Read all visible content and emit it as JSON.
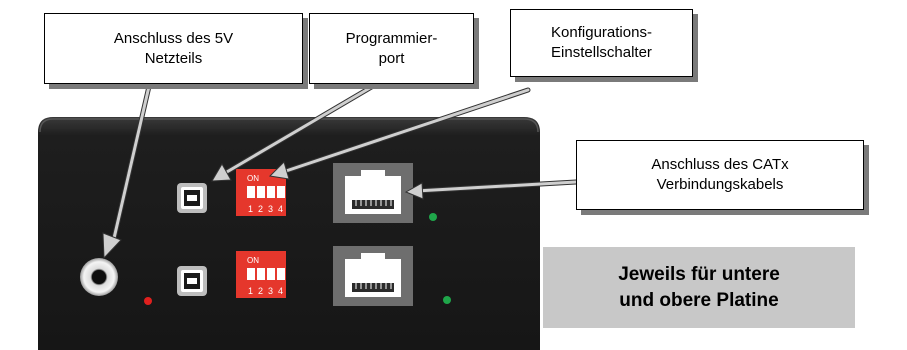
{
  "callouts": {
    "power": "Anschluss des 5V\nNetzteils",
    "prog": "Programmier-\nport",
    "config": "Konfigurations-\nEinstellschalter",
    "catx": "Anschluss des CATx\nVerbindungskabels"
  },
  "info": "Jeweils für untere\nund obere Platine",
  "dip": {
    "on_label": "ON",
    "numbers": [
      "1",
      "2",
      "3",
      "4"
    ]
  },
  "colors": {
    "panel": "#1c1c1c",
    "dip": "#e5372c",
    "led_green": "#1fa64a",
    "led_red": "#e0201e",
    "arrow": "#c8c8c8",
    "info_bg": "#c8c8c8"
  }
}
